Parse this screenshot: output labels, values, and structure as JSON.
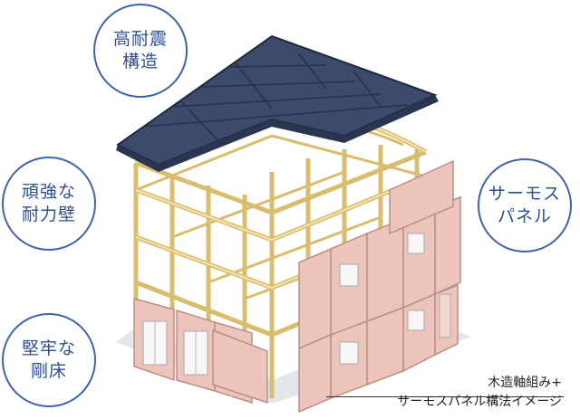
{
  "features": {
    "seismic": [
      "高耐震",
      "構造"
    ],
    "wall": [
      "頑強な",
      "耐力壁"
    ],
    "panel": [
      "サーモス",
      "パネル"
    ],
    "floor": [
      "堅牢な",
      "剛床"
    ]
  },
  "caption": {
    "line1": "木造軸組み+",
    "line2": "サーモスパネル構法イメージ"
  },
  "colors": {
    "accent": "#3f63a8",
    "roof": "#3c4b6b",
    "timber": "#efd89a",
    "panel": "#ecc4bb"
  }
}
